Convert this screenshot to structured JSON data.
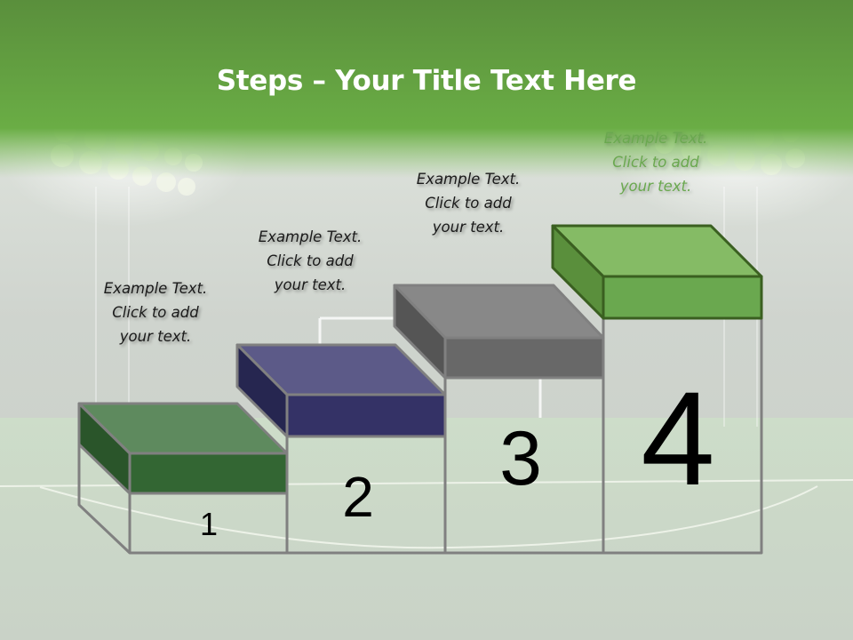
{
  "slide": {
    "title_bold": "Steps",
    "title_rest": " – Your Title Text Here"
  },
  "steps": [
    {
      "number": "1",
      "text_line1": "Example Text.",
      "text_line2": "Click  to add",
      "text_line3": "your text.",
      "color_top": "#5e8a5e",
      "color_front": "#336633",
      "color_side": "#2a552a"
    },
    {
      "number": "2",
      "text_line1": "Example Text.",
      "text_line2": "Click  to add",
      "text_line3": "your text.",
      "color_top": "#5c5a88",
      "color_front": "#343266",
      "color_side": "#262650"
    },
    {
      "number": "3",
      "text_line1": "Example Text.",
      "text_line2": "Click  to add",
      "text_line3": "your text.",
      "color_top": "#888888",
      "color_front": "#686868",
      "color_side": "#555555"
    },
    {
      "number": "4",
      "text_line1": "Example Text.",
      "text_line2": "Click  to add",
      "text_line3": "your text.",
      "color_top": "#85bb65",
      "color_front": "#6aa84f",
      "color_side": "#5a8f3c"
    }
  ],
  "colors": {
    "header_green": "#5e9a3e",
    "outline": "#808080",
    "step4_text": "#6aa84f"
  }
}
